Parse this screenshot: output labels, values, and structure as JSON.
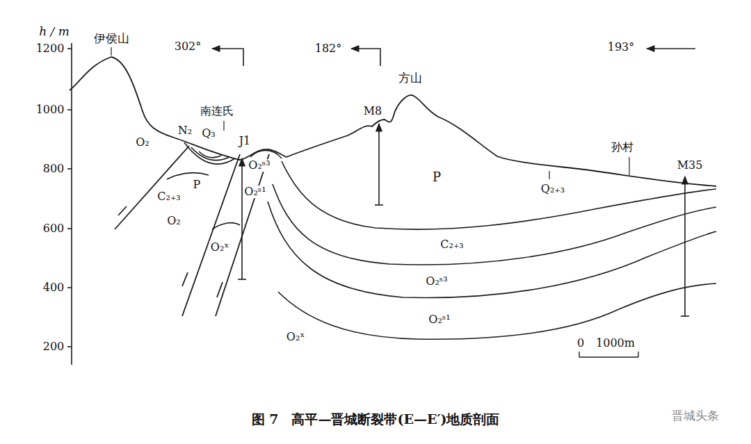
{
  "diagram": {
    "caption": "图 7　高平—晋城断裂带(E—E′)地质剖面",
    "labels": [
      "h / m",
      "1200",
      "1000",
      "800",
      "600",
      "400",
      "200",
      "伊侯山",
      "302°",
      "182°",
      "193°",
      "南连氏",
      "方山",
      "M8",
      "孙村",
      "M35",
      "N₂",
      "Q₃",
      "J1",
      "O₂",
      "C₂₊₃",
      "P",
      "O₂ˢ³",
      "O₂ˢ¹",
      "O₂",
      "O₂ˣ",
      "P",
      "Q₂₊₃",
      "C₂₊₃",
      "O₂ˢ³",
      "O₂ˢ¹",
      "O₂ˣ",
      "0",
      "1000m",
      "晋城头条"
    ]
  }
}
